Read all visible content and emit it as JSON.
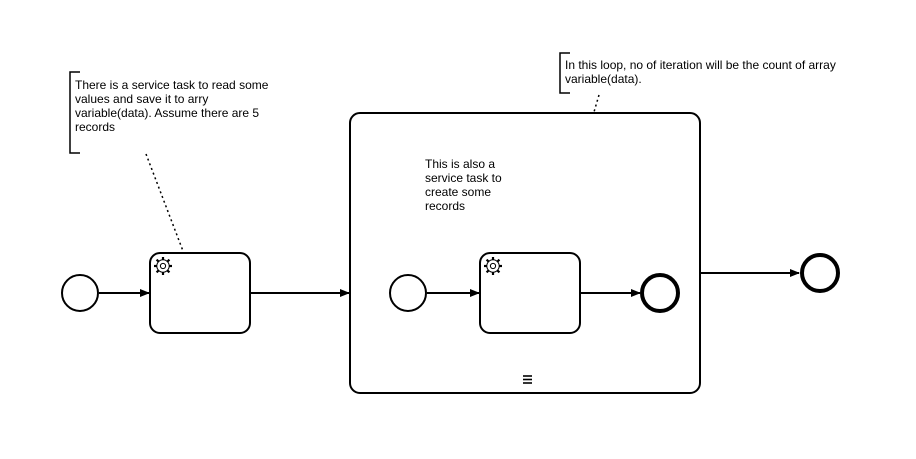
{
  "diagram": {
    "notation": "BPMN",
    "annotations": [
      {
        "id": "ann1",
        "text": "There is a service task to read some values and save it to arry variable(data). Assume there are 5 records"
      },
      {
        "id": "ann2",
        "text": "In this loop, no of iteration will be the count of array variable(data)."
      },
      {
        "id": "ann3",
        "text": "This is also a service task to create some records"
      }
    ],
    "nodes": [
      {
        "id": "start-event",
        "type": "start-event"
      },
      {
        "id": "read-service-task",
        "type": "service-task",
        "icon": "gear-icon"
      },
      {
        "id": "loop-subprocess",
        "type": "subprocess",
        "marker": "multi-instance-sequential-icon"
      },
      {
        "id": "inner-start-event",
        "type": "start-event"
      },
      {
        "id": "create-service-task",
        "type": "service-task",
        "icon": "gear-icon"
      },
      {
        "id": "inner-end-event",
        "type": "end-event"
      },
      {
        "id": "end-event",
        "type": "end-event"
      }
    ],
    "flows": [
      [
        "start-event",
        "read-service-task"
      ],
      [
        "read-service-task",
        "loop-subprocess"
      ],
      [
        "inner-start-event",
        "create-service-task"
      ],
      [
        "create-service-task",
        "inner-end-event"
      ],
      [
        "loop-subprocess",
        "end-event"
      ]
    ]
  }
}
